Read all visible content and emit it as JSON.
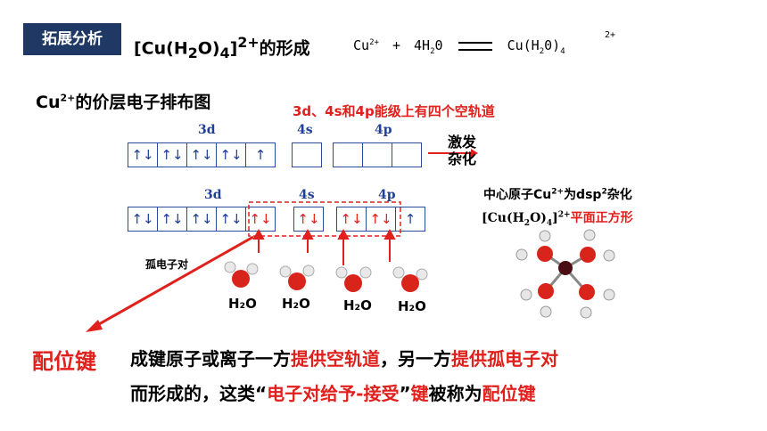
{
  "header": {
    "tag_label": "拓展分析",
    "title_part1": "[Cu(H",
    "title_sub1": "2",
    "title_part2": "O)",
    "title_sub2": "4",
    "title_part3": "]",
    "title_sup": "2+",
    "title_part4": "的形成",
    "equation": {
      "cu": "Cu",
      "cu_charge": "2+",
      "plus": "+",
      "water": "4H",
      "water_sub": "2",
      "water_o": "0",
      "product": "Cu(H",
      "product_sub1": "2",
      "product_mid": "0)",
      "product_sub2": "4",
      "product_charge": "2+"
    }
  },
  "section": {
    "heading_cu": "Cu",
    "heading_charge": "2+",
    "heading_text": "的价层电子排布图",
    "empty_orbitals_note": "3d、4s和4p能级上有四个空轨道"
  },
  "diagram1": {
    "label_3d": "3d",
    "label_4s": "4s",
    "label_4p": "4p",
    "d_orbitals": [
      "↑↓",
      "↑↓",
      "↑↓",
      "↑↓",
      "↑"
    ],
    "s_orbitals": [
      ""
    ],
    "p_orbitals": [
      "",
      "",
      ""
    ],
    "process_label_line1": "激发",
    "process_label_line2": "杂化"
  },
  "diagram2": {
    "label_3d": "3d",
    "label_4s": "4s",
    "label_4p": "4p",
    "d_orbitals": [
      "↑↓",
      "↑↓",
      "↑↓",
      "↑↓",
      "↑↓"
    ],
    "s_orbitals": [
      "↑↓"
    ],
    "p_orbitals": [
      "↑↓",
      "↑↓",
      "↑"
    ],
    "lone_pair_label": "孤电子对",
    "water_labels": [
      "H₂O",
      "H₂O",
      "H₂O",
      "H₂O"
    ]
  },
  "side_notes": {
    "hybrid_pre": "中心原子",
    "hybrid_cu": "Cu",
    "hybrid_charge": "2+",
    "hybrid_mid": "为dsp",
    "hybrid_sup": "2",
    "hybrid_post": "杂化",
    "complex_formula": "[Cu(H",
    "complex_sub1": "2",
    "complex_mid": "O)",
    "complex_sub2": "4",
    "complex_end": "]",
    "complex_charge": "2+",
    "shape": "平面正方形"
  },
  "definition": {
    "term": "配位键",
    "line1_a": "成键原子或离子一方",
    "line1_b": "提供空轨道",
    "line1_c": "，另一方",
    "line1_d": "提供孤电子对",
    "line2_a": "而形成的，这类“",
    "line2_b": "电子对给予-接受",
    "line2_c": "”",
    "line2_d": "键",
    "line2_e": "被称为",
    "line2_f": "配位键"
  },
  "colors": {
    "accent_red": "#e0201c",
    "orbital_blue": "#1f3f95",
    "tag_bg": "#1f3864"
  }
}
